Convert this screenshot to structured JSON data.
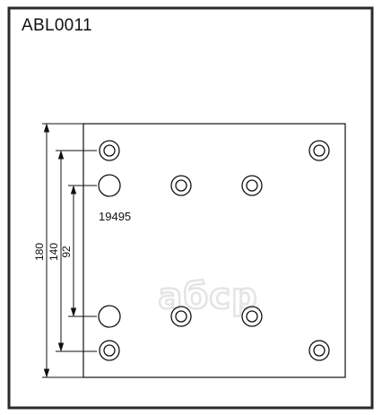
{
  "title": "ABL0011",
  "part_number": "19495",
  "dimensions": {
    "outer": "180",
    "middle": "140",
    "inner": "92"
  },
  "watermark": "aбcp",
  "colors": {
    "stroke": "#111111",
    "frame": "#2b2b2b",
    "watermark": "#d8d8d8"
  }
}
